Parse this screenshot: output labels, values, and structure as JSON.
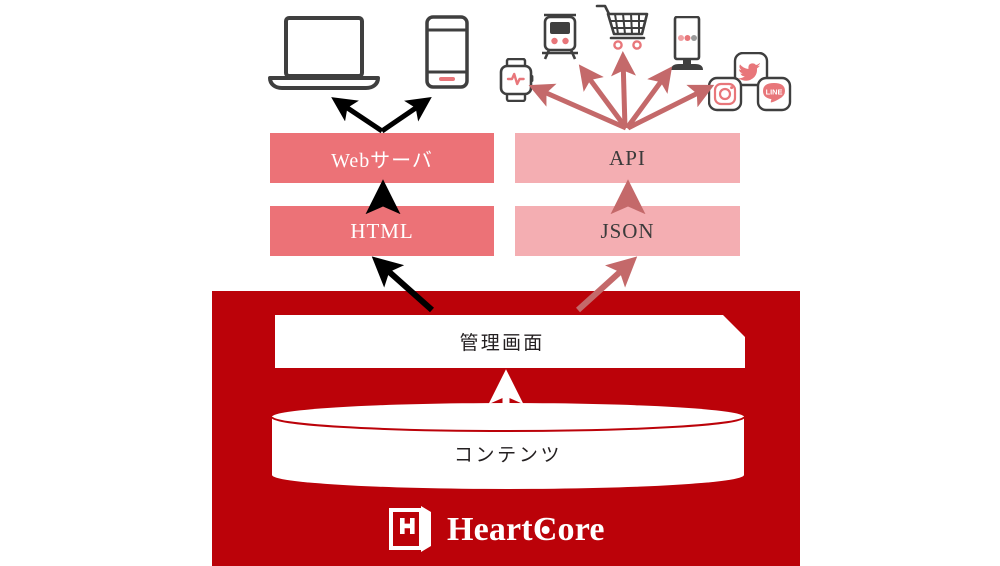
{
  "diagram": {
    "title": "HeartCore CMS architecture",
    "colors": {
      "platform_red": "#bb0209",
      "box_strong": "#ec7277",
      "box_light": "#f4aeb2",
      "arrow_black": "#000000",
      "arrow_red": "#c4696a",
      "icon_dark": "#3f3f3f",
      "icon_red": "#e8767a",
      "white": "#ffffff"
    },
    "boxes": {
      "web_server": "Webサーバ",
      "html": "HTML",
      "api": "API",
      "json": "JSON"
    },
    "platform": {
      "admin_screen": "管理画面",
      "content_store": "コンテンツ",
      "brand": {
        "mark": "heartcore-door-h-logo",
        "name_part1": "Heart",
        "name_c": "C",
        "name_part2": "ore"
      }
    },
    "devices": {
      "left_group": [
        {
          "name": "laptop-icon",
          "label": "Laptop"
        },
        {
          "name": "smartphone-icon",
          "label": "Smartphone"
        }
      ],
      "right_group": [
        {
          "name": "smartwatch-icon",
          "label": "Smartwatch"
        },
        {
          "name": "train-icon",
          "label": "Train"
        },
        {
          "name": "shopping-cart-icon",
          "label": "Shopping cart"
        },
        {
          "name": "digital-signage-icon",
          "label": "Digital signage"
        },
        {
          "name": "social-media-icons",
          "label": "Twitter / Instagram / LINE"
        }
      ]
    },
    "arrows": [
      {
        "name": "arrow-web-to-laptop",
        "color": "#000000"
      },
      {
        "name": "arrow-web-to-smartphone",
        "color": "#000000"
      },
      {
        "name": "arrow-html-to-web",
        "color": "#000000"
      },
      {
        "name": "arrow-admin-to-html",
        "color": "#000000"
      },
      {
        "name": "arrow-json-to-api",
        "color": "#c4696a"
      },
      {
        "name": "arrow-admin-to-json",
        "color": "#c4696a"
      },
      {
        "name": "arrow-api-to-smartwatch",
        "color": "#c4696a"
      },
      {
        "name": "arrow-api-to-train",
        "color": "#c4696a"
      },
      {
        "name": "arrow-api-to-cart",
        "color": "#c4696a"
      },
      {
        "name": "arrow-api-to-signage",
        "color": "#c4696a"
      },
      {
        "name": "arrow-api-to-social",
        "color": "#c4696a"
      },
      {
        "name": "arrow-content-to-admin",
        "color": "#ffffff"
      }
    ]
  }
}
